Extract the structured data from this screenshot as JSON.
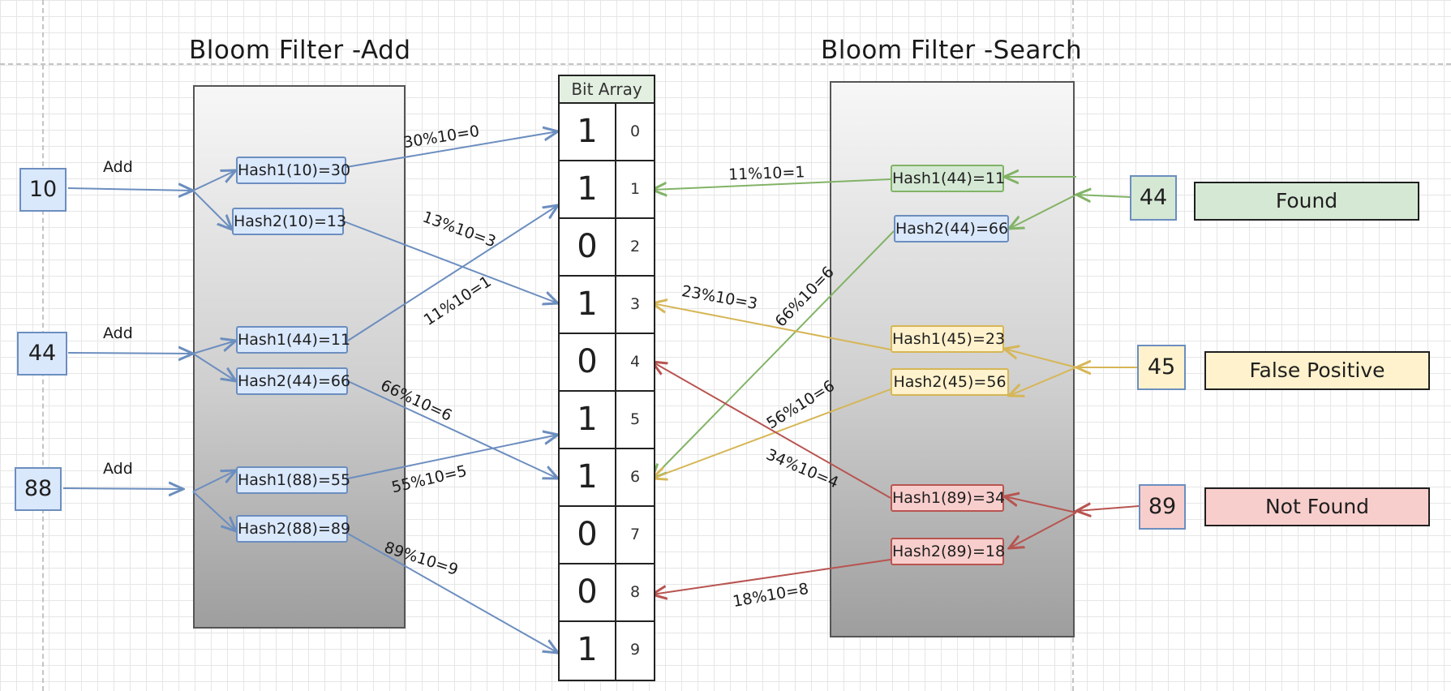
{
  "titles": {
    "add": "Bloom Filter -Add",
    "search": "Bloom Filter -Search"
  },
  "bit_array": {
    "header": "Bit Array",
    "bits": [
      {
        "index": "0",
        "value": "1"
      },
      {
        "index": "1",
        "value": "1"
      },
      {
        "index": "2",
        "value": "0"
      },
      {
        "index": "3",
        "value": "1"
      },
      {
        "index": "4",
        "value": "0"
      },
      {
        "index": "5",
        "value": "1"
      },
      {
        "index": "6",
        "value": "1"
      },
      {
        "index": "7",
        "value": "0"
      },
      {
        "index": "8",
        "value": "0"
      },
      {
        "index": "9",
        "value": "1"
      }
    ]
  },
  "add_inputs": [
    {
      "value": "10",
      "action": "Add"
    },
    {
      "value": "44",
      "action": "Add"
    },
    {
      "value": "88",
      "action": "Add"
    }
  ],
  "add_hashes": [
    {
      "text": "Hash1(10)=30"
    },
    {
      "text": "Hash2(10)=13"
    },
    {
      "text": "Hash1(44)=11"
    },
    {
      "text": "Hash2(44)=66"
    },
    {
      "text": "Hash1(88)=55"
    },
    {
      "text": "Hash2(88)=89"
    }
  ],
  "add_edge_labels": [
    "30%10=0",
    "13%10=3",
    "11%10=1",
    "66%10=6",
    "55%10=5",
    "89%10=9"
  ],
  "search_inputs": [
    {
      "value": "44",
      "result": "Found"
    },
    {
      "value": "45",
      "result": "False Positive"
    },
    {
      "value": "89",
      "result": "Not Found"
    }
  ],
  "search_hashes": [
    {
      "text": "Hash1(44)=11"
    },
    {
      "text": "Hash2(44)=66"
    },
    {
      "text": "Hash1(45)=23"
    },
    {
      "text": "Hash2(45)=56"
    },
    {
      "text": "Hash1(89)=34"
    },
    {
      "text": "Hash2(89)=18"
    }
  ],
  "search_edge_labels": [
    "11%10=1",
    "66%10=6",
    "23%10=3",
    "56%10=6",
    "34%10=4",
    "18%10=8"
  ],
  "colors": {
    "blue": "#6c8ebf",
    "green": "#82b366",
    "yellow": "#d6b656",
    "red": "#b85450",
    "blue_fill": "#dae8fc",
    "green_fill": "#d5e8d4",
    "yellow_fill": "#fff2cc",
    "red_fill": "#f8cecc"
  }
}
